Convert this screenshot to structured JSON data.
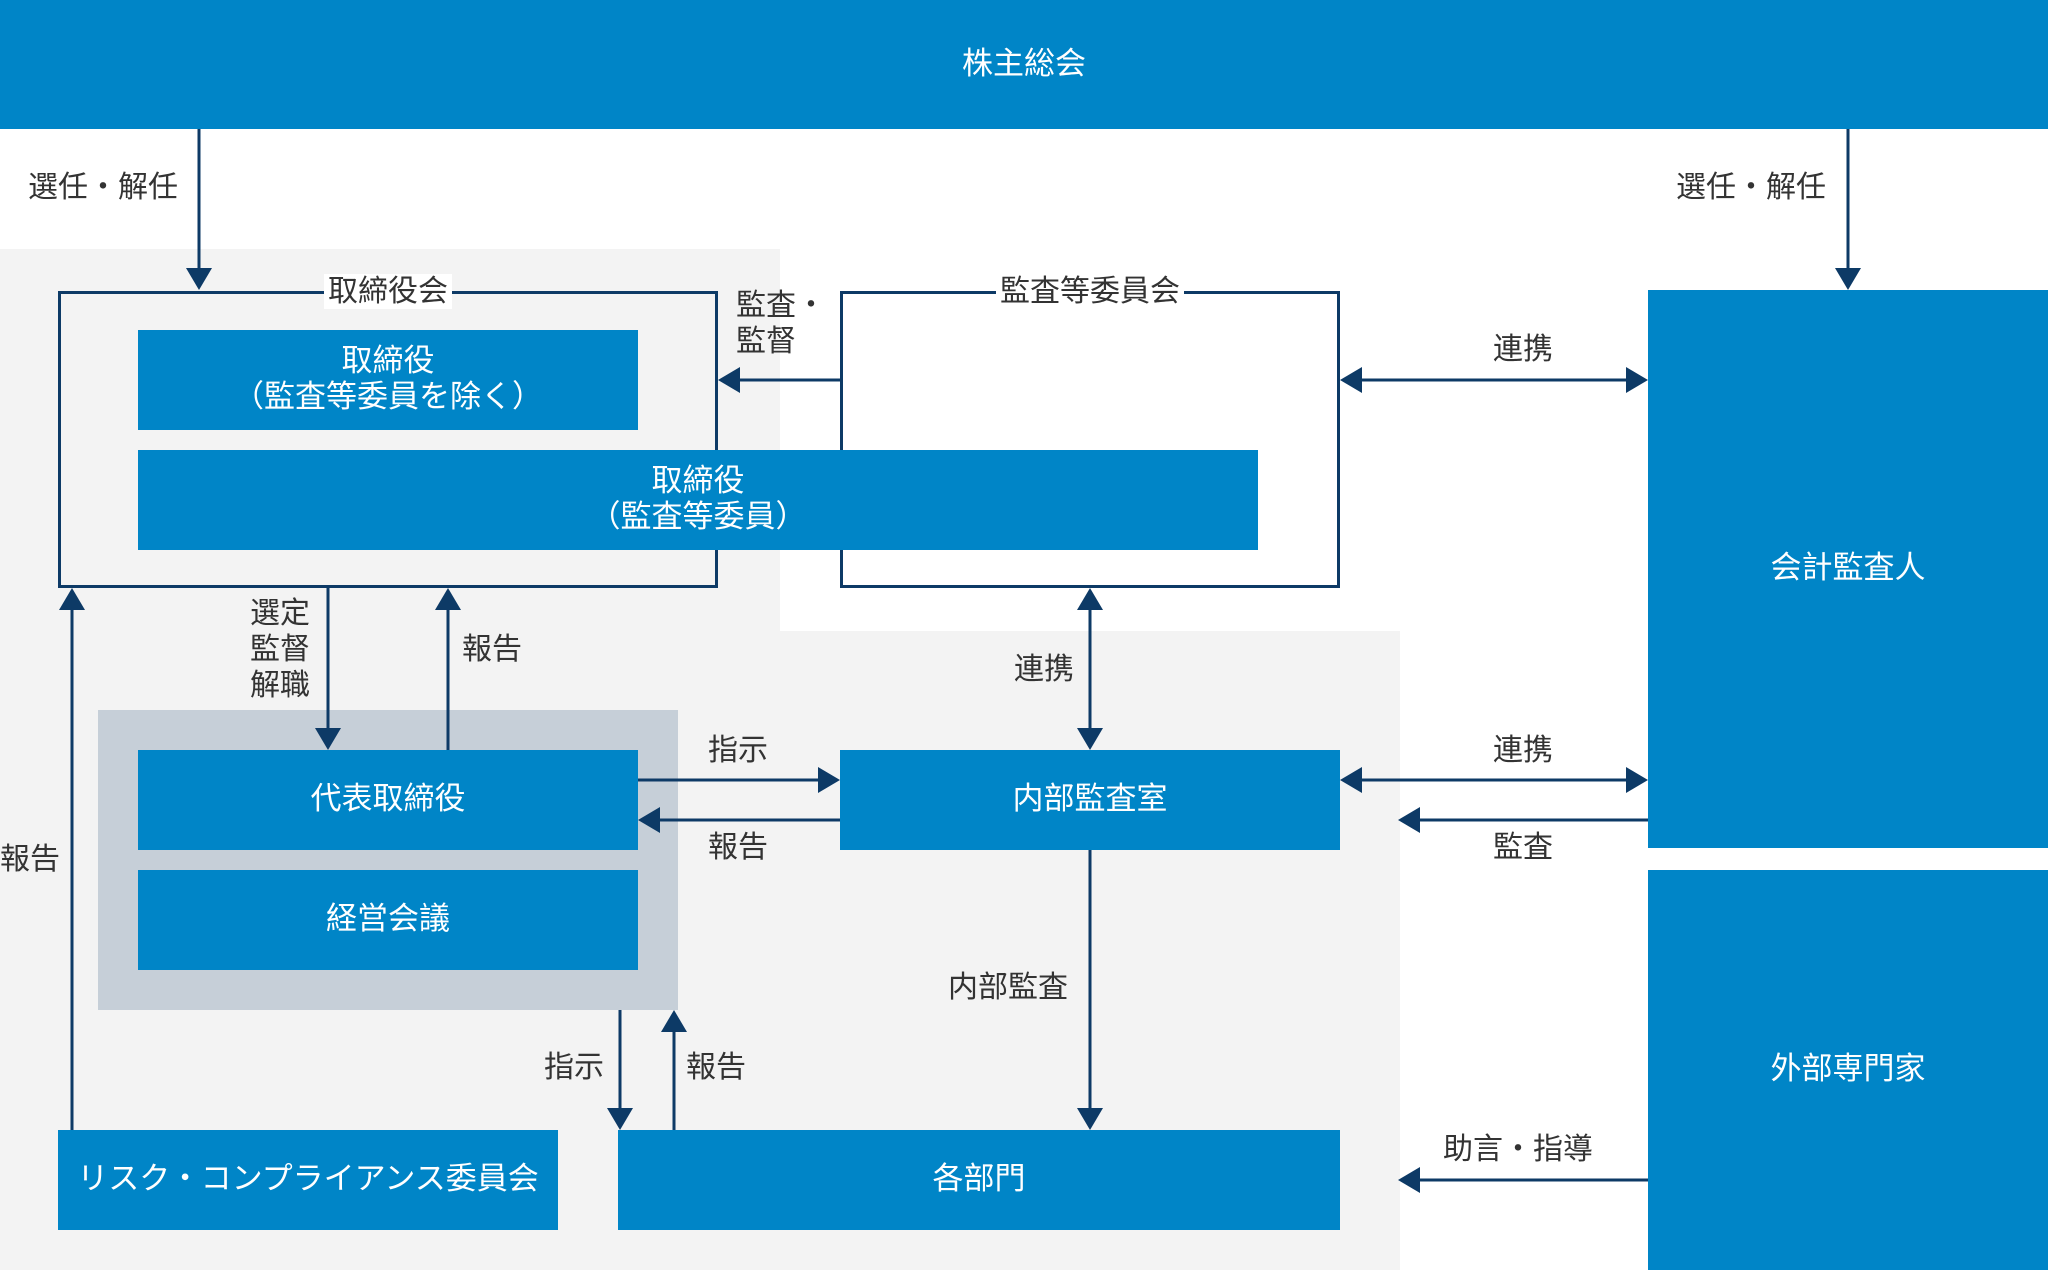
{
  "colors": {
    "box": "#0085c7",
    "line": "#0d3a66",
    "panel": "#f3f3f3",
    "group": "#c6cfd8",
    "text": "#333333"
  },
  "nodes": {
    "shareholders": "株主総会",
    "board": "取締役会",
    "director_non_audit_l1": "取締役",
    "director_non_audit_l2": "（監査等委員を除く）",
    "director_audit_l1": "取締役",
    "director_audit_l2": "（監査等委員）",
    "audit_committee": "監査等委員会",
    "accounting_auditor": "会計監査人",
    "representative_director": "代表取締役",
    "management_meeting": "経営会議",
    "internal_audit_office": "内部監査室",
    "departments": "各部門",
    "risk_compliance": "リスク・コンプライアンス委員会",
    "external_experts": "外部専門家"
  },
  "labels": {
    "elect_dismiss_left": "選任・解任",
    "elect_dismiss_right": "選任・解任",
    "audit_supervise_l1": "監査・",
    "audit_supervise_l2": "監督",
    "coop_committee_auditor": "連携",
    "select_l1": "選定",
    "select_l2": "監督",
    "select_l3": "解職",
    "report_rep_to_board": "報告",
    "coop_committee_internal": "連携",
    "instruct_rep_internal": "指示",
    "report_internal_rep": "報告",
    "coop_internal_auditor": "連携",
    "audit_auditor_internal": "監査",
    "report_risk_board": "報告",
    "internal_audit": "内部監査",
    "instruct_mgmt_dept": "指示",
    "report_dept_mgmt": "報告",
    "advice_guidance": "助言・指導"
  }
}
